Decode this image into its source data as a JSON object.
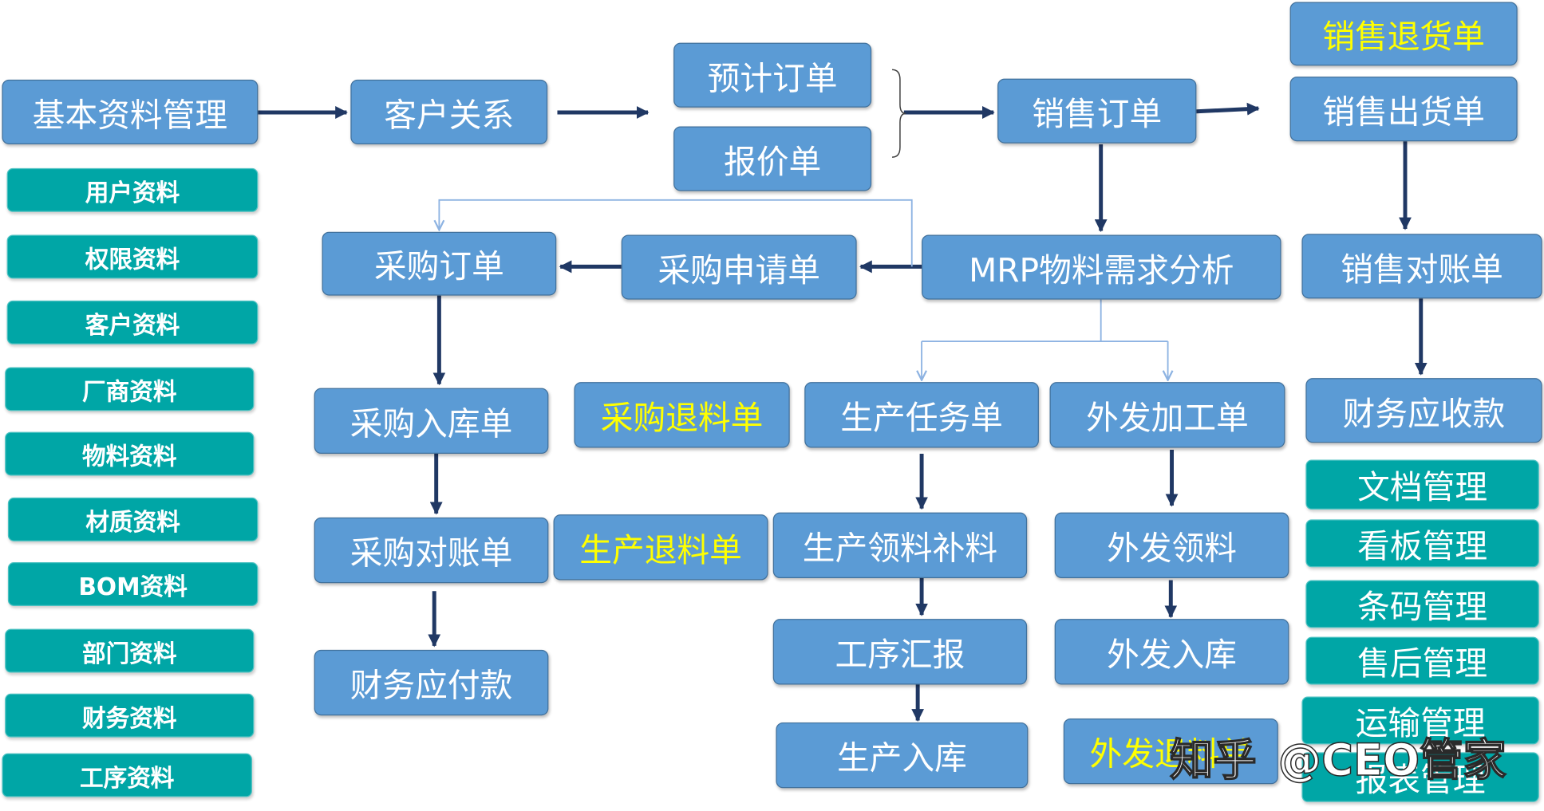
{
  "boxes": {
    "basic_data_mgmt": "基本资料管理",
    "customer_relation": "客户关系",
    "forecast_order": "预计订单",
    "quotation": "报价单",
    "sales_order": "销售订单",
    "sales_return": "销售退货单",
    "sales_delivery": "销售出货单",
    "purchase_order": "采购订单",
    "purchase_request": "采购申请单",
    "mrp": "MRP物料需求分析",
    "sales_reconciliation": "销售对账单",
    "purchase_receipt": "采购入库单",
    "purchase_return": "采购退料单",
    "production_task": "生产任务单",
    "outsourcing_order": "外发加工单",
    "accounts_receivable": "财务应收款",
    "purchase_reconciliation": "采购对账单",
    "production_return": "生产退料单",
    "production_picking": "生产领料补料",
    "outsourcing_picking": "外发领料",
    "accounts_payable": "财务应付款",
    "process_report": "工序汇报",
    "outsourcing_receipt": "外发入库",
    "production_receipt": "生产入库",
    "outsourcing_return": "外发退料单"
  },
  "basic_items": [
    "用户资料",
    "权限资料",
    "客户资料",
    "厂商资料",
    "物料资料",
    "材质资料",
    "BOM资料",
    "部门资料",
    "财务资料",
    "工序资料"
  ],
  "management_items": [
    "文档管理",
    "看板管理",
    "条码管理",
    "售后管理",
    "运输管理",
    "报表管理"
  ],
  "watermark": {
    "logo": "知乎",
    "handle": "@CEO管家"
  },
  "colors": {
    "box_fill": "#5b9bd5",
    "box_border": "#41719c",
    "box_text": "#ffffff",
    "highlight_text": "#ffff00",
    "module_fill": "#00a6a6",
    "arrow": "#203864",
    "thin_connector": "#8db3e2"
  }
}
